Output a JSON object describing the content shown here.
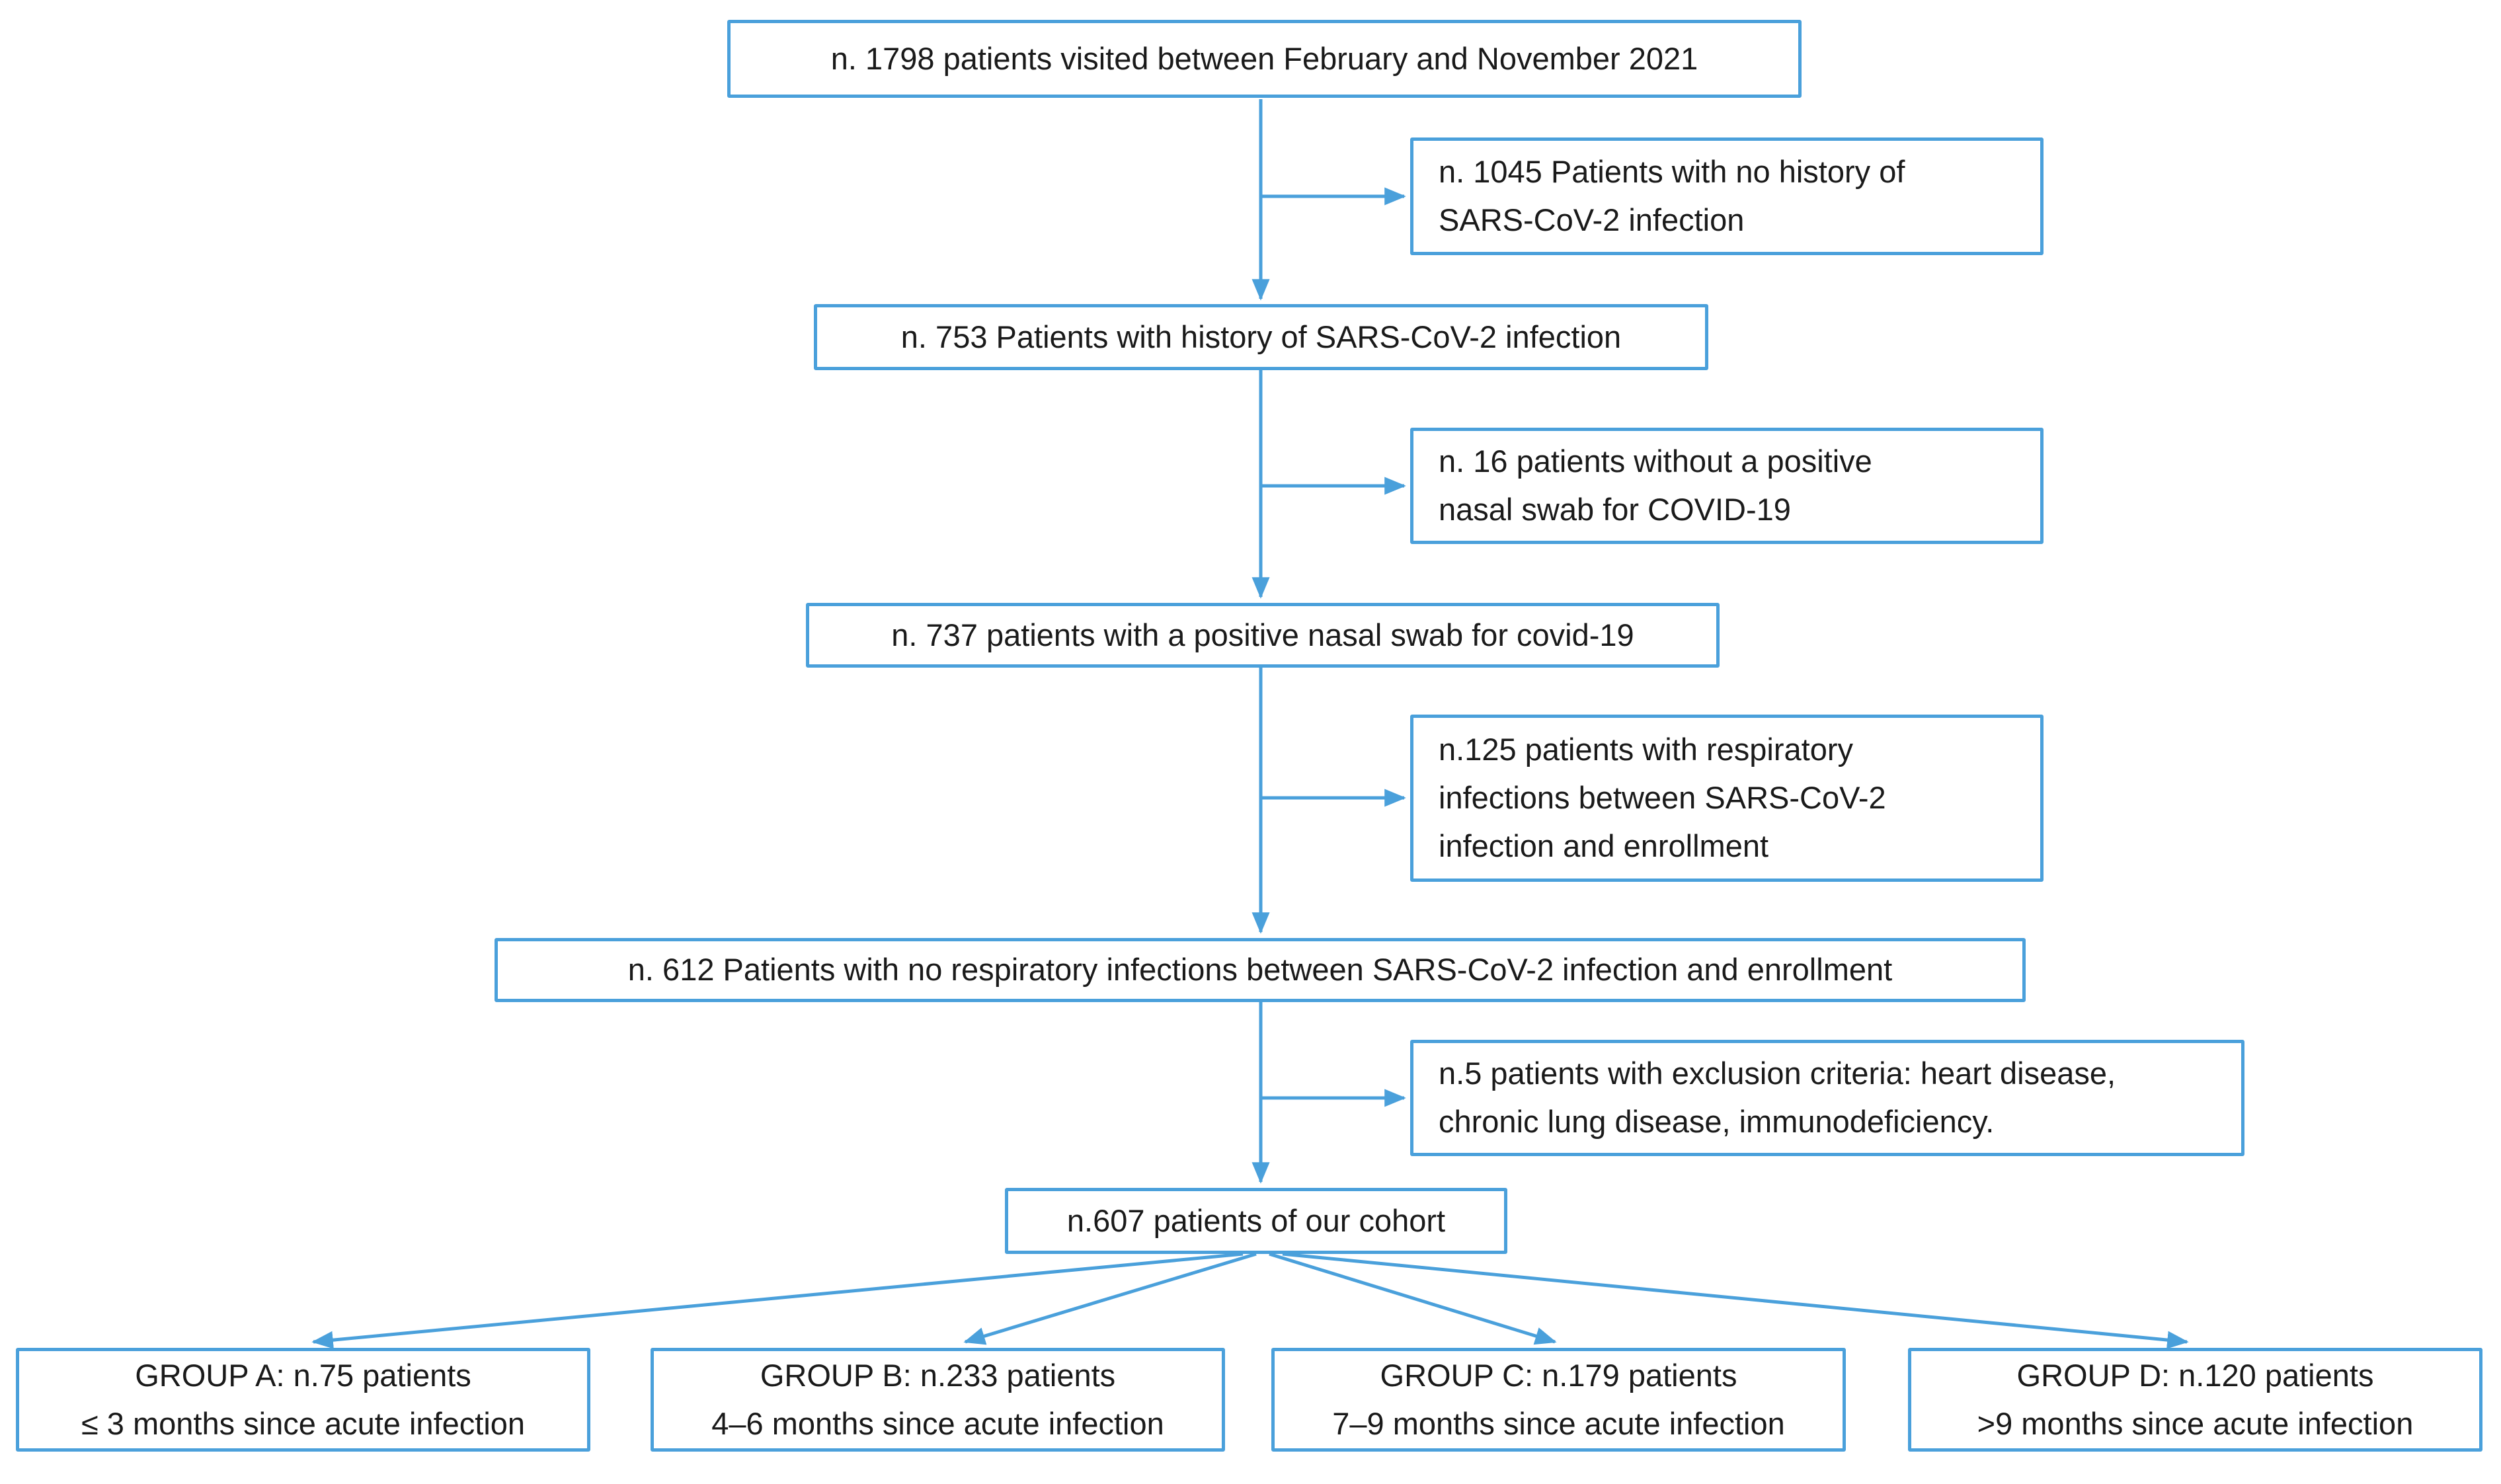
{
  "style": {
    "accent": "#4AA0DB",
    "text": "#1A1A1A",
    "background": "#FFFFFF"
  },
  "flow": {
    "visited": {
      "l1": "n. 1798 patients visited between February and November 2021"
    },
    "no_history": {
      "l1": "n. 1045 Patients with no history of",
      "l2": "SARS-CoV-2 infection"
    },
    "history": {
      "l1": "n. 753 Patients with history of SARS-CoV-2 infection"
    },
    "no_swab": {
      "l1": "n. 16 patients without a positive",
      "l2": "nasal swab for COVID-19"
    },
    "positive_swab": {
      "l1": "n. 737 patients with a positive nasal swab for covid-19"
    },
    "resp_infections": {
      "l1": "n.125 patients with respiratory",
      "l2": "infections between SARS-CoV-2",
      "l3": "infection and enrollment"
    },
    "no_resp_infections": {
      "l1": "n. 612 Patients with no respiratory infections between SARS-CoV-2 infection and enrollment"
    },
    "exclusion": {
      "l1": "n.5 patients with exclusion criteria: heart disease,",
      "l2": "chronic lung disease, immunodeficiency."
    },
    "cohort": {
      "l1": "n.607 patients of our cohort"
    },
    "group_a": {
      "l1": "GROUP A: n.75 patients",
      "l2": "≤ 3 months since acute infection"
    },
    "group_b": {
      "l1": "GROUP B: n.233 patients",
      "l2": "4–6 months since acute infection"
    },
    "group_c": {
      "l1": "GROUP C: n.179 patients",
      "l2": "7–9 months since acute infection"
    },
    "group_d": {
      "l1": "GROUP D: n.120 patients",
      "l2": ">9 months since acute infection"
    }
  }
}
